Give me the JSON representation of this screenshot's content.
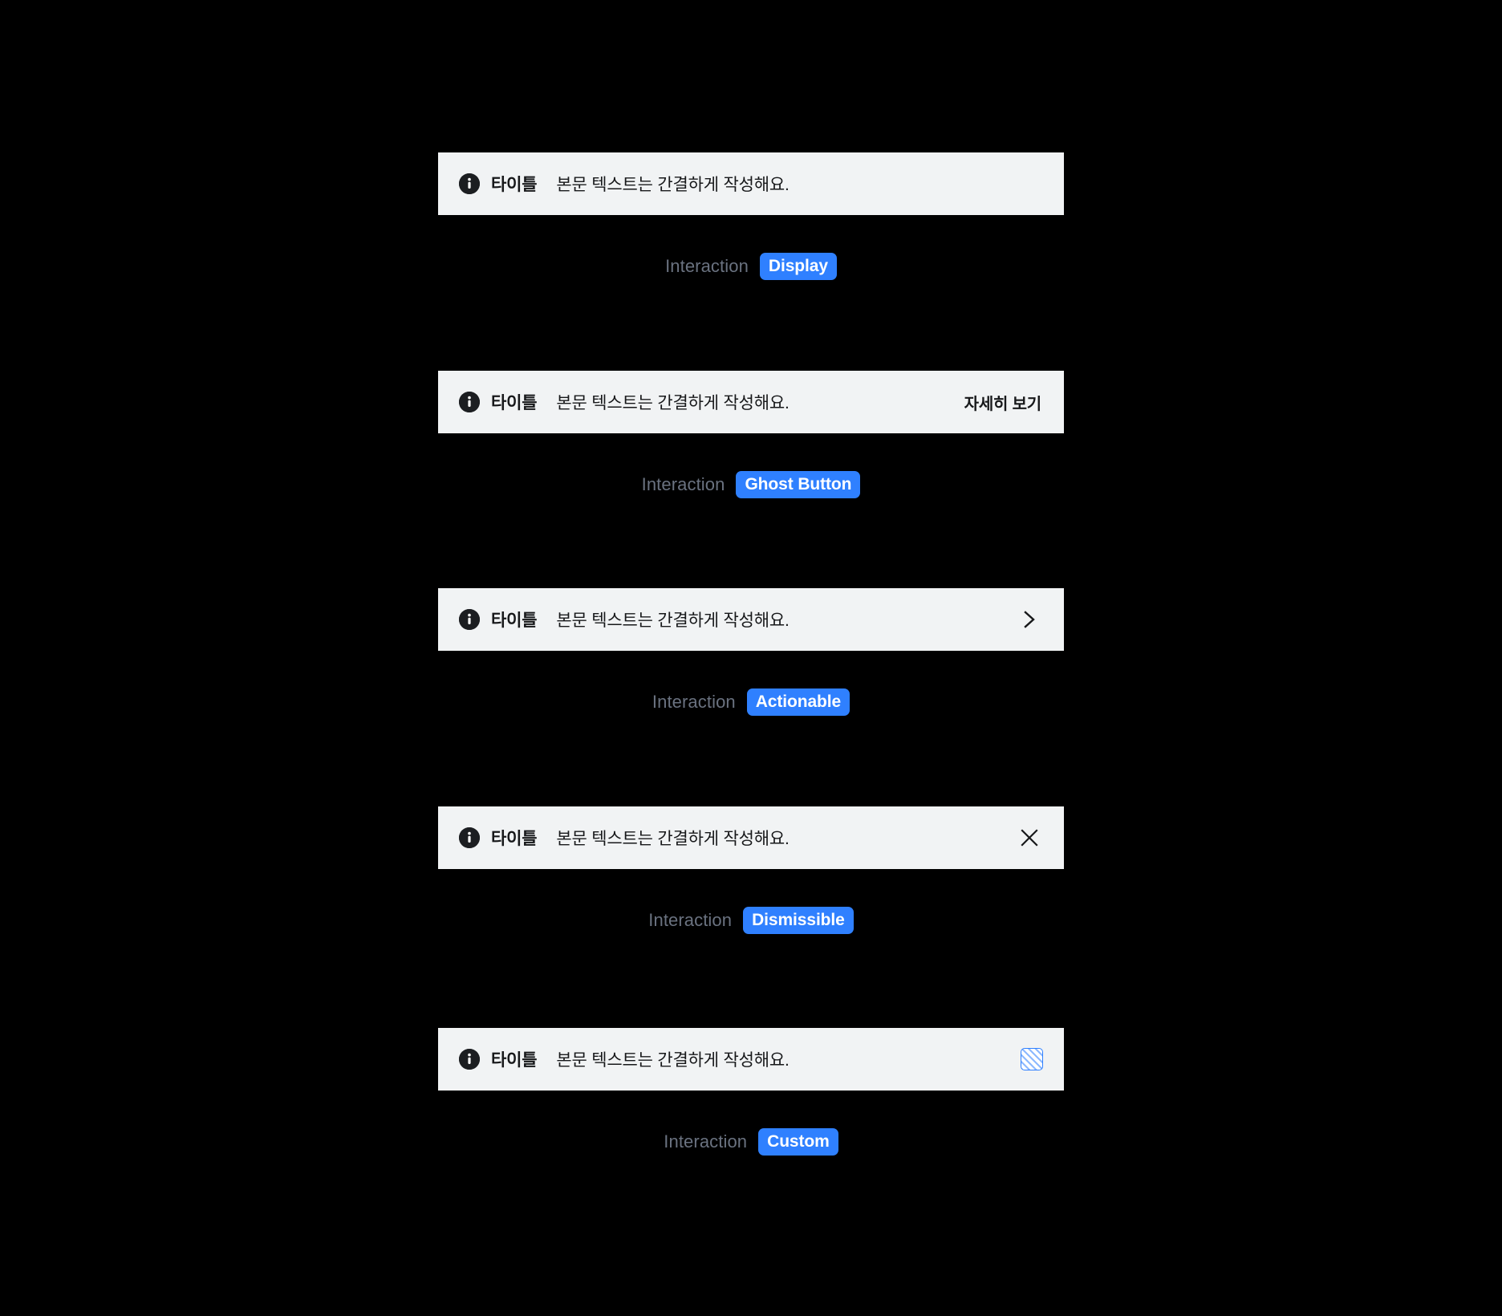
{
  "theme": {
    "background": "#000000",
    "banner_background": "#f1f3f4",
    "text_color": "#17181a",
    "accent_blue": "#2f80ff",
    "caption_color": "#6a7280",
    "icon_circle": "#1c1e21"
  },
  "caption_label": "Interaction",
  "variants": [
    {
      "id": "display",
      "icon": "info-icon",
      "title": "타이틀",
      "body": "본문 텍스트는 간결하게 작성해요.",
      "trailing_type": "none",
      "trailing_label": "",
      "pill": "Display"
    },
    {
      "id": "ghost-button",
      "icon": "info-icon",
      "title": "타이틀",
      "body": "본문 텍스트는 간결하게 작성해요.",
      "trailing_type": "ghost-button",
      "trailing_label": "자세히 보기",
      "pill": "Ghost Button"
    },
    {
      "id": "actionable",
      "icon": "info-icon",
      "title": "타이틀",
      "body": "본문 텍스트는 간결하게 작성해요.",
      "trailing_type": "chevron-right-icon",
      "trailing_label": "",
      "pill": "Actionable"
    },
    {
      "id": "dismissible",
      "icon": "info-icon",
      "title": "타이틀",
      "body": "본문 텍스트는 간결하게 작성해요.",
      "trailing_type": "close-icon",
      "trailing_label": "",
      "pill": "Dismissible"
    },
    {
      "id": "custom",
      "icon": "info-icon",
      "title": "타이틀",
      "body": "본문 텍스트는 간결하게 작성해요.",
      "trailing_type": "custom-slot",
      "trailing_label": "",
      "pill": "Custom"
    }
  ]
}
